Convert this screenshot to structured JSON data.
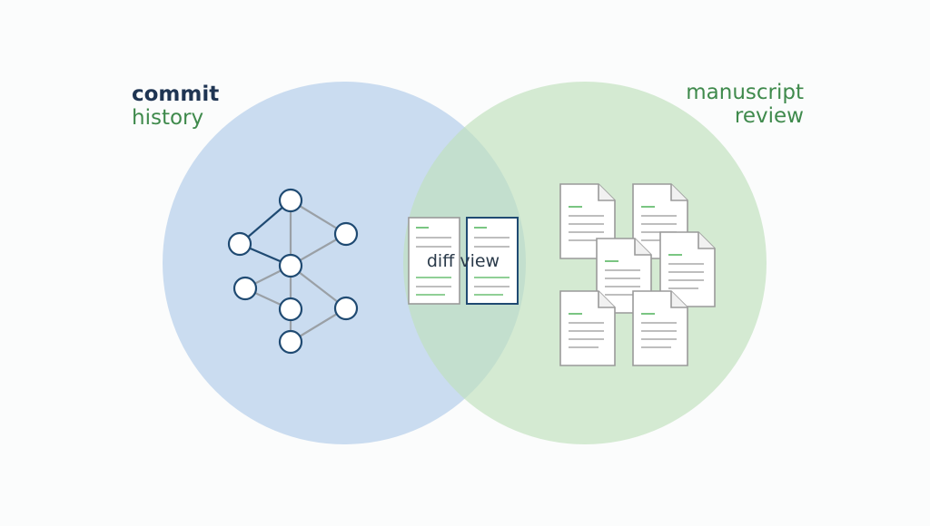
{
  "sets": {
    "left": {
      "line1": "commit",
      "line2": "history",
      "color": "#b7d0ec"
    },
    "right": {
      "line1": "manuscript",
      "line2": "review",
      "color": "#bfe0bb"
    },
    "overlap": {
      "label": "diff view"
    }
  },
  "colors": {
    "node_stroke": "#1f4a72",
    "edge_dark": "#1f4a72",
    "edge_light": "#9aa0a6",
    "doc_stroke": "#9a9a9a",
    "doc_accent": "#6bbf74",
    "doc_line": "#a8a8a8",
    "title_dark": "#1f3553",
    "title_green": "#3f8a4c"
  },
  "icons": [
    "commit-graph-icon",
    "diff-document-icon",
    "manuscript-document-icon"
  ]
}
